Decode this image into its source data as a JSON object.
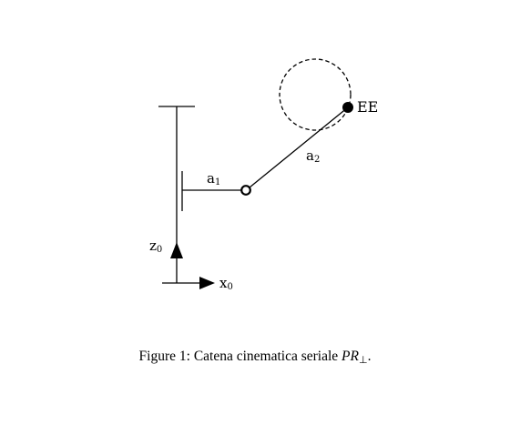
{
  "diagram": {
    "labels": {
      "a1": "a",
      "a1_sub": "1",
      "a2": "a",
      "a2_sub": "2",
      "z0": "z",
      "z0_sub": "0",
      "x0": "x",
      "x0_sub": "0",
      "ee": "EE"
    }
  },
  "caption": {
    "prefix": "Figure 1:",
    "text": "Catena cinematica seriale",
    "math_main": "PR",
    "math_sub": "⊥",
    "suffix": "."
  }
}
